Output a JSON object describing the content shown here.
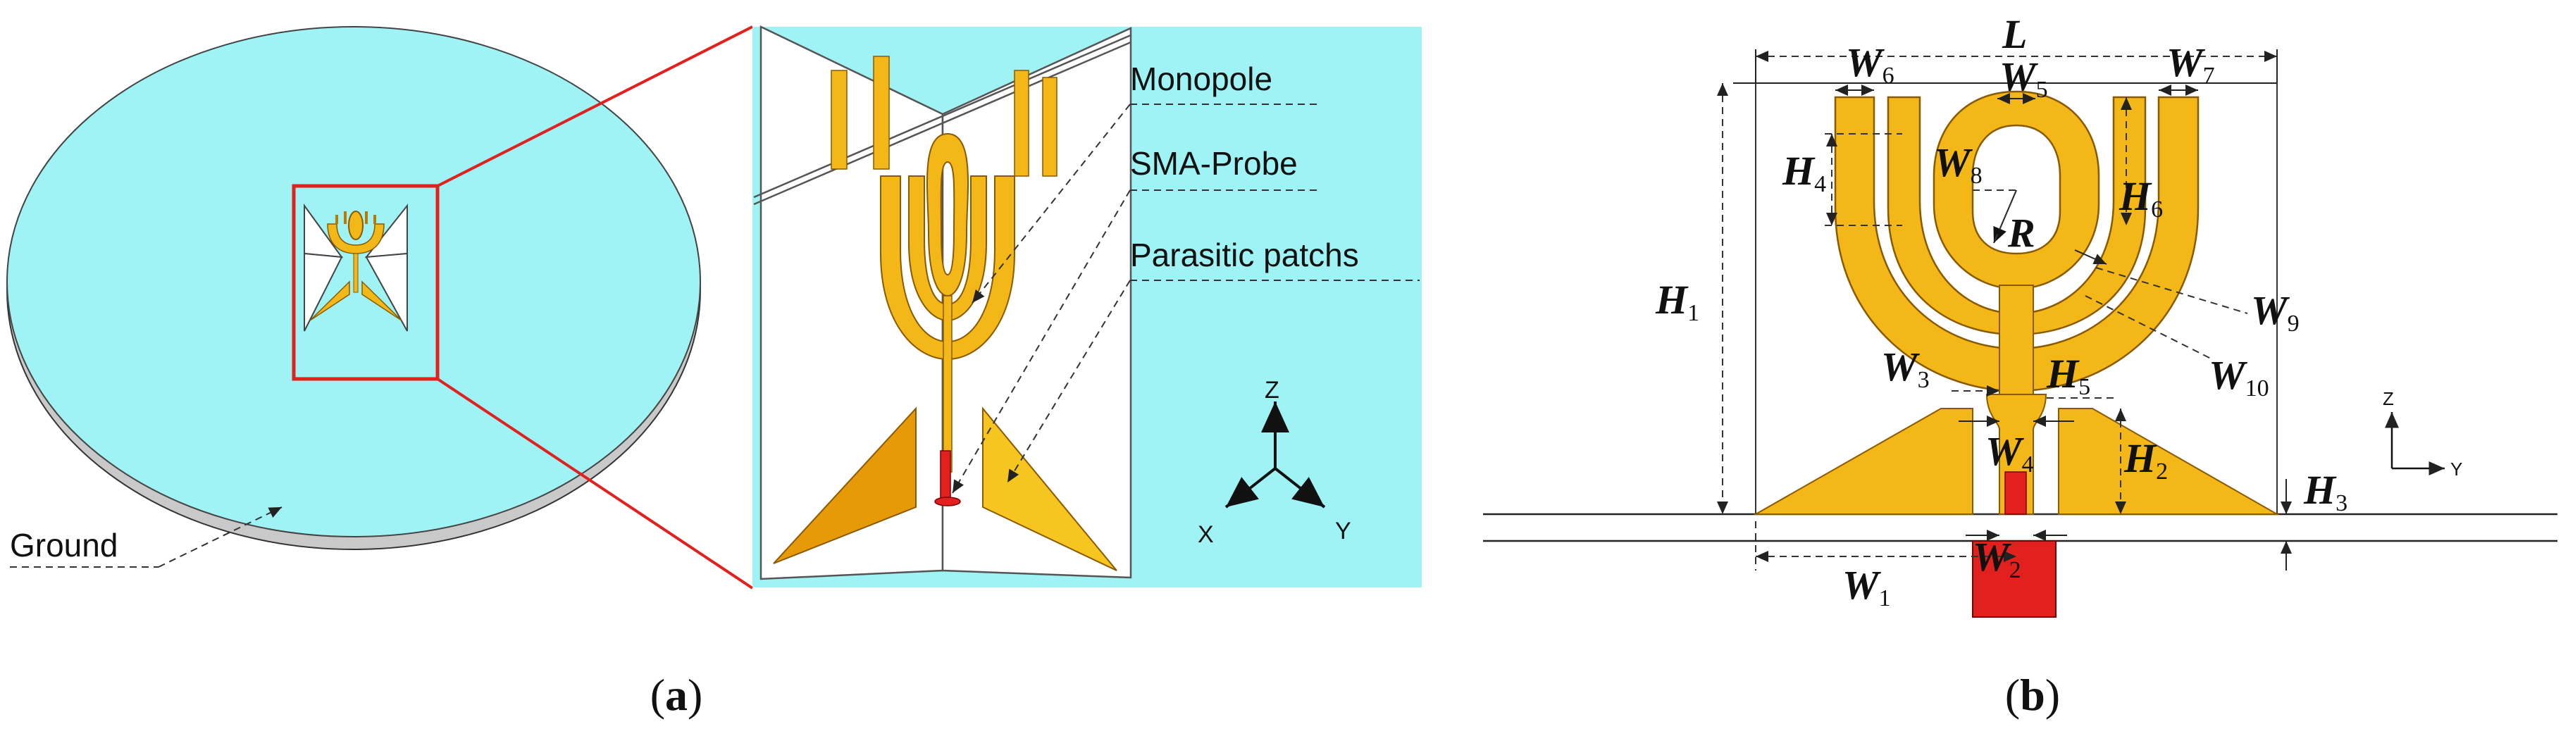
{
  "panel_a": {
    "caption_open": "(",
    "caption_letter": "a",
    "caption_close": ")",
    "labels": {
      "monopole": "Monopole",
      "sma_probe": "SMA-Probe",
      "parasitic": "Parasitic patchs",
      "ground": "Ground"
    },
    "axes": {
      "z": "Z",
      "x": "X",
      "y": "Y"
    }
  },
  "panel_b": {
    "caption_open": "(",
    "caption_letter": "b",
    "caption_close": ")",
    "axes": {
      "z": "Z",
      "y": "Y"
    },
    "dims": {
      "L": "L",
      "W6": {
        "base": "W",
        "sub": "6"
      },
      "W5": {
        "base": "W",
        "sub": "5"
      },
      "W7": {
        "base": "W",
        "sub": "7"
      },
      "H4": {
        "base": "H",
        "sub": "4"
      },
      "W8": {
        "base": "W",
        "sub": "8"
      },
      "H6": {
        "base": "H",
        "sub": "6"
      },
      "R": "R",
      "H1": {
        "base": "H",
        "sub": "1"
      },
      "W9": {
        "base": "W",
        "sub": "9"
      },
      "W10": {
        "base": "W",
        "sub": "10"
      },
      "W3": {
        "base": "W",
        "sub": "3"
      },
      "H5": {
        "base": "H",
        "sub": "5"
      },
      "W4": {
        "base": "W",
        "sub": "4"
      },
      "H2": {
        "base": "H",
        "sub": "2"
      },
      "H3": {
        "base": "H",
        "sub": "3"
      },
      "W2": {
        "base": "W",
        "sub": "2"
      },
      "W1": {
        "base": "W",
        "sub": "1"
      }
    }
  },
  "colors": {
    "ground": "#9ff3f5",
    "patch": "#f3b718",
    "patch_dark": "#d88d05",
    "probe": "#e2201d",
    "zoom": "#e2201d"
  }
}
